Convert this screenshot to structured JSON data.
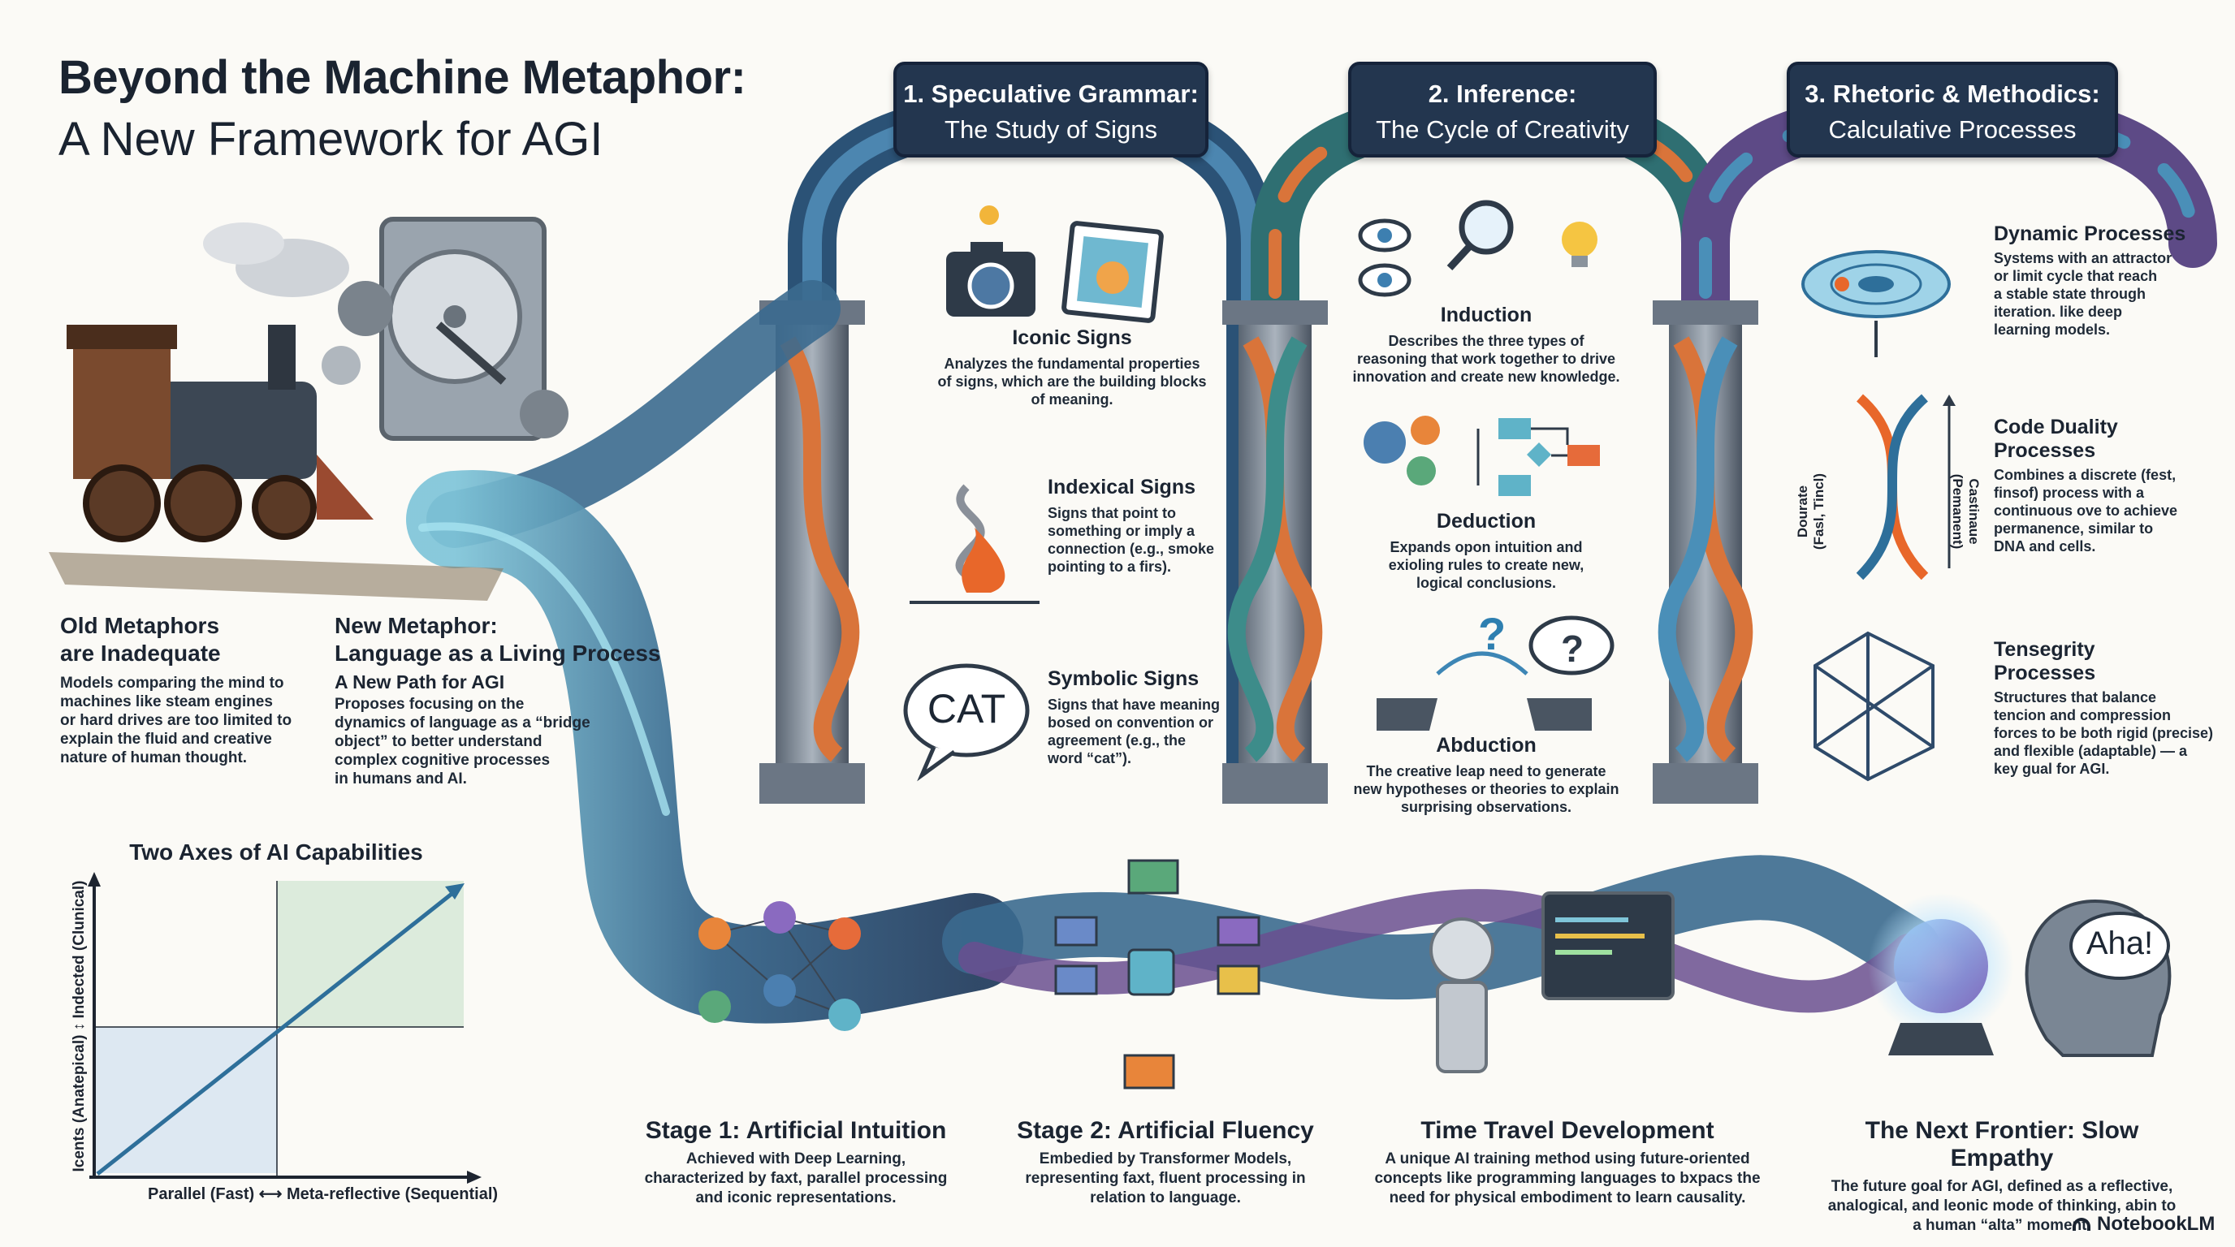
{
  "title": {
    "line1": "Beyond the Machine Metaphor:",
    "line2": "A New Framework for AGI"
  },
  "banners": [
    {
      "title": "1. Speculative Grammar:",
      "subtitle": "The Study of Signs"
    },
    {
      "title": "2. Inference:",
      "subtitle": "The Cycle of Creativity"
    },
    {
      "title": "3. Rhetoric & Methodics:",
      "subtitle": "Calculative Processes"
    }
  ],
  "left": {
    "old": {
      "heading_1": "Old Metaphors",
      "heading_2": "are Inadequate",
      "text": [
        "Models comparing the mind to",
        "machines like steam engines",
        "or hard drives are too limited to",
        "explain the fluid and creative",
        "nature of human thought."
      ]
    },
    "new": {
      "heading_1": "New Metaphor:",
      "heading_2": "Language as a Living Process",
      "subheading": "A New Path for AGI",
      "text": [
        "Proposes focusing on the",
        "dynamics of language as a “bridge",
        "object” to better understand",
        "complex cognitive processes",
        "in humans and AI."
      ]
    }
  },
  "signs": {
    "iconic": {
      "heading": "Iconic Signs",
      "text": [
        "Analyzes the fundamental properties",
        "of signs, which are the building blocks",
        "of meaning."
      ]
    },
    "indexical": {
      "heading": "Indexical Signs",
      "text": [
        "Signs that point to",
        "something or imply a",
        "connection (e.g., smoke",
        "pointing to a firs)."
      ]
    },
    "symbolic": {
      "heading": "Symbolic Signs",
      "text": [
        "Signs that have meaning",
        "bosed on convention or",
        "agreement (e.g., the",
        "word “cat”)."
      ],
      "bubble": "CAT"
    }
  },
  "inference": {
    "induction": {
      "heading": "Induction",
      "text": [
        "Describes the three types of",
        "reasoning that work together to drive",
        "innovation and create new knowledge."
      ]
    },
    "deduction": {
      "heading": "Deduction",
      "text": [
        "Expands opon intuition and",
        "exioling rules to create new,",
        "logical conclusions."
      ]
    },
    "abduction": {
      "heading": "Abduction",
      "text": [
        "The creative leap need to generate",
        "new hypotheses or theories to explain",
        "surprising observations."
      ]
    }
  },
  "rhetoric": {
    "dynamic": {
      "heading": "Dynamic Processes",
      "text": [
        "Systems with an attractor",
        "or limit cycle that reach",
        "a stable state through",
        "iteration. like deep",
        "learning models."
      ]
    },
    "code": {
      "heading_1": "Code Duality",
      "heading_2": "Processes",
      "text": [
        "Combines a discrete (fest,",
        "finsof) process with a",
        "continuous ove to achieve",
        "permanence, similar to",
        "DNA and cells."
      ],
      "left_label_1": "Dourate",
      "left_label_2": "(Fasl, Tincl)",
      "right_label_1": "Castinaue",
      "right_label_2": "(Pemanent)"
    },
    "tensegrity": {
      "heading_1": "Tensegrity",
      "heading_2": "Processes",
      "text": [
        "Structures that balance",
        "tencion and compression",
        "forces to be both rigid (precise)",
        "and flexible (adaptable) — a",
        "key gual for AGI."
      ]
    }
  },
  "axes": {
    "title": "Two Axes of AI Capabilities",
    "xlabel_left": "Parallel (Fast)",
    "xlabel_arrow": "⟷",
    "xlabel_right": "Meta-reflective (Sequential)",
    "ylabel_bottom": "Icents (Anatepical)",
    "ylabel_arrow": "↕",
    "ylabel_top": "Indected (Clunical)"
  },
  "stages": [
    {
      "heading": "Stage 1: Artificial Intuition",
      "text": [
        "Achieved with Deep Learning,",
        "characterized by faxt, parallel processing",
        "and iconic representations."
      ]
    },
    {
      "heading": "Stage 2: Artificial Fluency",
      "text": [
        "Embedied by Transformer Models,",
        "representing faxt, fluent processing in",
        "relation to language."
      ]
    },
    {
      "heading": "Time Travel Development",
      "text": [
        "A unique AI training method using future-oriented",
        "concepts like programming languages to bxpacs the",
        "need for physical embodiment to learn causality."
      ]
    },
    {
      "heading": "The Next Frontier: Slow Empathy",
      "text": [
        "The future goal for AGI, defined as a reflective,",
        "analogical, and leonic mode of thinking, abin to",
        "a human “alta” moment."
      ]
    }
  ],
  "aha": "Aha!",
  "brand": "NotebookLM",
  "colors": {
    "banner": "#23364f",
    "river": "#3b6a8f",
    "orange": "#d9743a",
    "teal": "#3d8c8a",
    "purple": "#6a4f8f"
  }
}
